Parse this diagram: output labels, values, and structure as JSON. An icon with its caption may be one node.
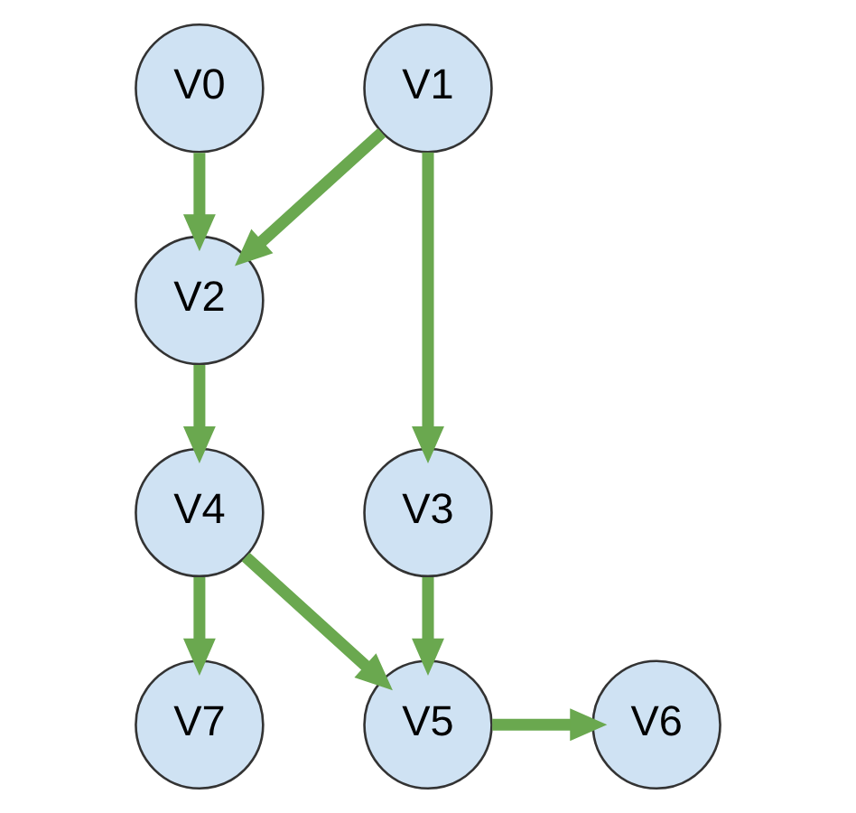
{
  "diagram": {
    "nodes": [
      {
        "text": [
          "V0"
        ]
      },
      {
        "text": [
          "V1"
        ]
      },
      {
        "text": [
          "V2"
        ]
      },
      {
        "text": [
          "V3"
        ]
      },
      {
        "text": [
          "V4"
        ]
      },
      {
        "text": [
          "V7"
        ]
      },
      {
        "text": [
          "V5"
        ]
      },
      {
        "text": [
          "V6"
        ]
      }
    ],
    "edges": [
      {
        "from": 0,
        "to": 2,
        "arrow": "to"
      },
      {
        "from": 1,
        "to": 2,
        "arrow": "to"
      },
      {
        "from": 1,
        "to": 3,
        "arrow": "to"
      },
      {
        "from": 2,
        "to": 4,
        "arrow": "to"
      },
      {
        "from": 3,
        "to": 6,
        "arrow": "to"
      },
      {
        "from": 4,
        "to": 5,
        "arrow": "to"
      },
      {
        "from": 4,
        "to": 6,
        "arrow": "to"
      },
      {
        "from": 6,
        "to": 7,
        "arrow": "to"
      }
    ]
  }
}
